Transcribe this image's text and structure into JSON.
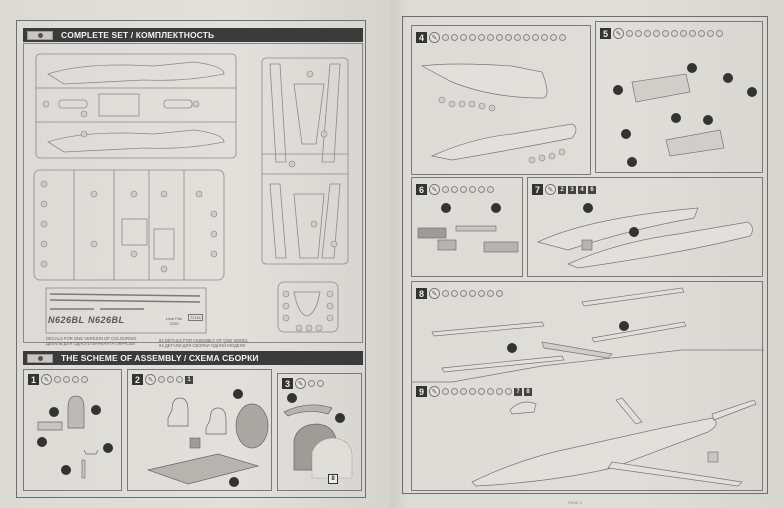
{
  "document": {
    "type": "model kit assembly instructions",
    "left_page": {
      "sections": {
        "complete_set": {
          "title": "COMPLETE SET / КОМПЛЕКТНОСТЬ"
        },
        "assembly_scheme": {
          "title": "THE SCHEME OF ASSEMBLY / СХЕМА СБОРКИ"
        }
      },
      "decals": {
        "registration_1": "N626BL",
        "registration_2": "N626BL",
        "model_name": "Lear Fan",
        "model_sub": "2100",
        "kit_code": "72116"
      },
      "notes": {
        "decals_en": "DECALS FOR ONE VERSION OF COLOURING",
        "decals_ru": "ДЕКАЛЬ ДЛЯ ОДНОГО ВАРИАНТА ОКРАСКИ",
        "details_en": "84 DETAILS FOR ASSEMBLY OF ONE MODEL",
        "details_ru": "84 ДЕТАЛИ ДЛЯ СБОРКИ ОДНОЙ МОДЕЛИ"
      },
      "steps": [
        {
          "number": "1",
          "part_refs": 4,
          "decal_refs": []
        },
        {
          "number": "2",
          "part_refs": 3,
          "decal_refs": [
            "1"
          ]
        },
        {
          "number": "3",
          "part_refs": 2,
          "decal_refs": [],
          "callout_decal": "8"
        }
      ]
    },
    "right_page": {
      "steps": [
        {
          "number": "4",
          "part_refs": 14,
          "decal_refs": []
        },
        {
          "number": "5",
          "part_refs": 11,
          "decal_refs": []
        },
        {
          "number": "6",
          "part_refs": 6,
          "decal_refs": []
        },
        {
          "number": "7",
          "part_refs": 0,
          "decal_refs": [
            "2",
            "3",
            "4",
            "6"
          ]
        },
        {
          "number": "8",
          "part_refs": 7,
          "decal_refs": []
        },
        {
          "number": "9",
          "part_refs": 8,
          "decal_refs": [
            "7",
            "8"
          ]
        }
      ],
      "footer": "PAGE 3"
    }
  },
  "colors": {
    "paper": "#dcdad4",
    "ink": "#3b3b3b",
    "line": "#7a7a7a",
    "bar": "#3b3b3b"
  }
}
